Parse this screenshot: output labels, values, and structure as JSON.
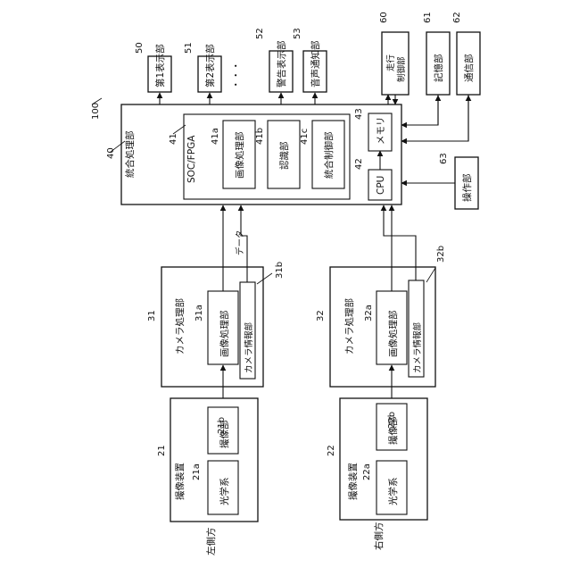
{
  "system_ref": "100",
  "integrated": {
    "ref": "40",
    "label": "統合処理部",
    "soc": {
      "ref": "41",
      "label": "SOC/FPGA"
    },
    "blocks": {
      "b41a": {
        "ref": "41a",
        "label": "画像処理部"
      },
      "b41b": {
        "ref": "41b",
        "label": "認識部"
      },
      "b41c": {
        "ref": "41c",
        "label": "統合制御部"
      },
      "memory": {
        "ref": "43",
        "label": "メモリ"
      },
      "cpu": {
        "ref": "42",
        "label": "CPU"
      }
    }
  },
  "outputs": {
    "o50": {
      "ref": "50",
      "label": "第1表示部"
    },
    "o51": {
      "ref": "51",
      "label": "第2表示部"
    },
    "dots": "・・・",
    "o52": {
      "ref": "52",
      "label": "警告表示部"
    },
    "o53": {
      "ref": "53",
      "label": "音声通知部"
    }
  },
  "peripherals": {
    "p60": {
      "ref": "60",
      "label": "走行\n制御部"
    },
    "p61": {
      "ref": "61",
      "label": "記憶部"
    },
    "p62": {
      "ref": "62",
      "label": "通信部"
    },
    "p63": {
      "ref": "63",
      "label": "操作部"
    }
  },
  "cameras": {
    "left": {
      "side_label": "左側方",
      "device": {
        "ref": "21",
        "label": "撮像装置"
      },
      "optics": {
        "ref": "21a",
        "label": "光学系"
      },
      "imager": {
        "ref": "21b",
        "label": "撮像部"
      },
      "processor": {
        "ref": "31",
        "label": "カメラ処理部"
      },
      "image_proc": {
        "ref": "31a",
        "label": "画像処理部"
      },
      "info": {
        "ref": "31b",
        "label": "カメラ情報部"
      }
    },
    "right": {
      "side_label": "右側方",
      "device": {
        "ref": "22",
        "label": "撮像装置"
      },
      "optics": {
        "ref": "22a",
        "label": "光学系"
      },
      "imager": {
        "ref": "22b",
        "label": "撮像部"
      },
      "processor": {
        "ref": "32",
        "label": "カメラ処理部"
      },
      "image_proc": {
        "ref": "32a",
        "label": "画像処理部"
      },
      "info": {
        "ref": "32b",
        "label": "カメラ情報部"
      }
    }
  },
  "data_label": "データ"
}
